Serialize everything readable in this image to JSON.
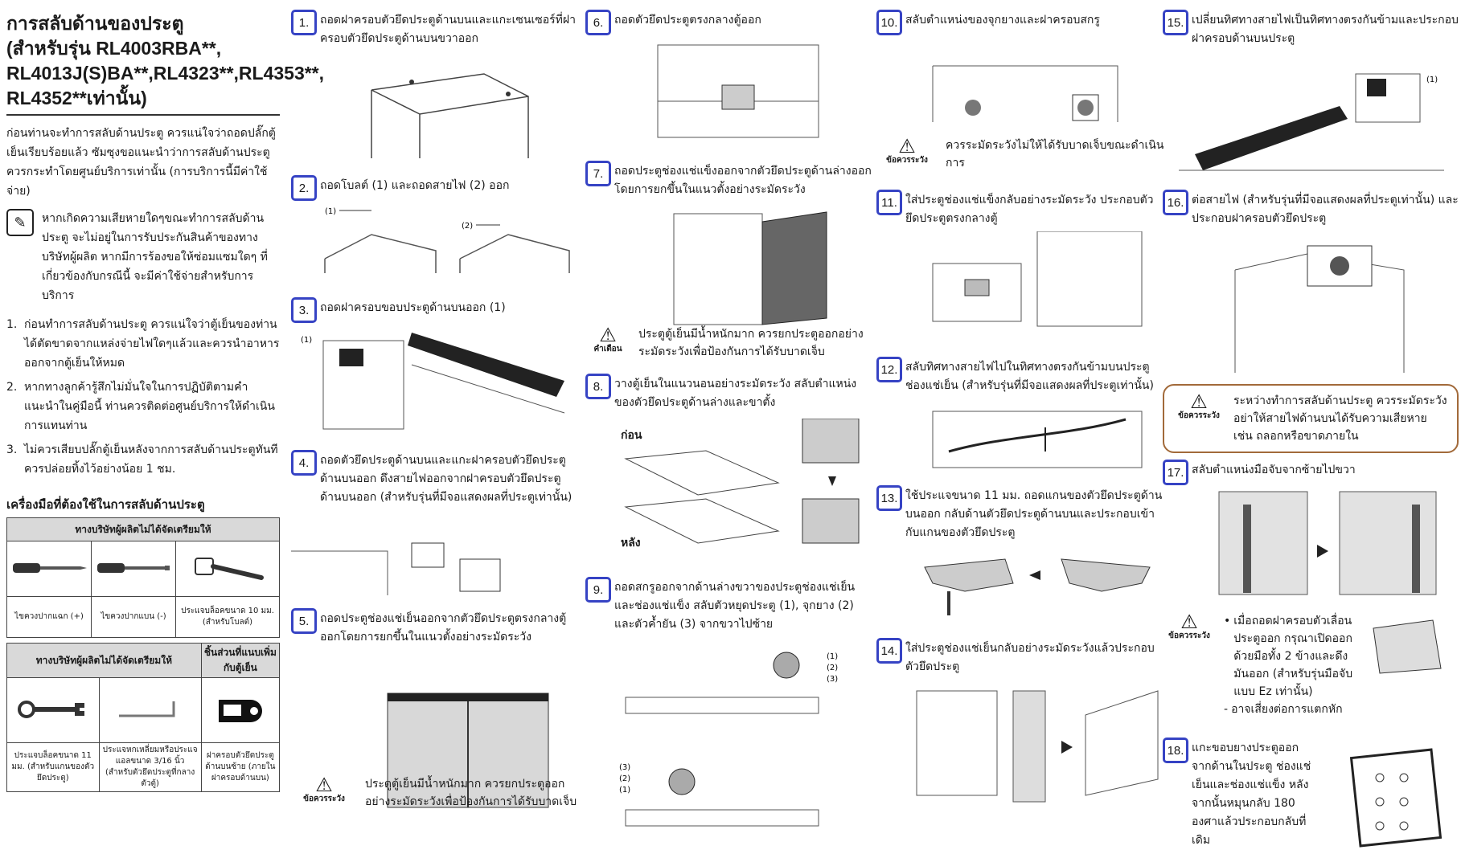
{
  "col1": {
    "title_lines": [
      "การสลับด้านของประตู",
      "(สำหรับรุ่น RL4003RBA**,",
      "RL4013J(S)BA**,RL4323**,RL4353**,",
      "RL4352**เท่านั้น)"
    ],
    "intro": "ก่อนท่านจะทำการสลับด้านประตู ควรแน่ใจว่าถอดปลั๊กตู้เย็นเรียบร้อยแล้ว ซัมซุงขอแนะนำว่าการสลับด้านประตูควรกระทำโดยศูนย์บริการเท่านั้น (การบริการนี้มีค่าใช้จ่าย)",
    "note": "หากเกิดความเสียหายใดๆขณะทำการสลับด้านประตู จะไม่อยู่ในการรับประกันสินค้าของทางบริษัทผู้ผลิต หากมีการร้องขอให้ซ่อมแซมใดๆ ที่เกี่ยวข้องกับกรณีนี้ จะมีค่าใช้จ่ายสำหรับการบริการ",
    "list": [
      {
        "n": "1.",
        "text": "ก่อนทำการสลับด้านประตู ควรแน่ใจว่าตู้เย็นของท่านได้ตัดขาดจากแหล่งจ่ายไฟใดๆแล้วและควรนำอาหารออกจากตู้เย็นให้หมด"
      },
      {
        "n": "2.",
        "text": "หากทางลูกค้ารู้สึกไม่มั่นใจในการปฏิบัติตามคำแนะนำในคู่มือนี้ ท่านควรติดต่อศูนย์บริการให้ดำเนินการแทนท่าน"
      },
      {
        "n": "3.",
        "text": "ไม่ควรเสียบปลั๊กตู้เย็นหลังจากการสลับด้านประตูทันที ควรปล่อยทิ้งไว้อย่างน้อย 1 ชม."
      }
    ],
    "tools_heading": "เครื่องมือที่ต้องใช้ในการสลับด้านประตู",
    "table1_header": "ทางบริษัทผู้ผลิตไม่ได้จัดเตรียมให้",
    "table1_captions": [
      "ไขควงปากแฉก (+)",
      "ไขควงปากแบน (-)",
      "ประแจบล็อคขนาด 10 มม. (สำหรับโบลต์)"
    ],
    "table2_header_left": "ทางบริษัทผู้ผลิตไม่ได้จัดเตรียมให้",
    "table2_header_right": "ชิ้นส่วนที่แนบเพิ่มกับตู้เย็น",
    "table2_captions": [
      "ประแจบล็อคขนาด 11 มม. (สำหรับแกนของตัวยึดประตู)",
      "ประแจหกเหลี่ยมหรือประแจแอลขนาด 3/16 นิ้ว (สำหรับตัวยึดประตูที่กลางตัวตู้)",
      "ฝาครอบตัวยึดประตูด้านบนซ้าย (ภายในฝาครอบด้านบน)"
    ]
  },
  "steps": {
    "s1": {
      "n": "1.",
      "text": "ถอดฝาครอบตัวยึดประตูด้านบนและแกะเซนเซอร์ที่ฝาครอบตัวยึดประตูด้านบนขวาออก"
    },
    "s2": {
      "n": "2.",
      "text": "ถอดโบลต์ (1) และถอดสายไฟ (2) ออก",
      "l1": "(1)",
      "l2": "(2)"
    },
    "s3": {
      "n": "3.",
      "text": "ถอดฝาครอบขอบประตูด้านบนออก (1)",
      "l1": "(1)"
    },
    "s4": {
      "n": "4.",
      "text": "ถอดตัวยึดประตูด้านบนและแกะฝาครอบตัวยึดประตูด้านบนออก ดึงสายไฟออกจากฝาครอบตัวยึดประตูด้านบนออก (สำหรับรุ่นที่มีจอแสดงผลที่ประตูเท่านั้น)"
    },
    "s5": {
      "n": "5.",
      "text": "ถอดประตูช่องแช่เย็นออกจากตัวยึดประตูตรงกลางตู้ออกโดยการยกขึ้นในแนวตั้งอย่างระมัดระวัง"
    },
    "warn5": {
      "label": "ข้อควรระวัง",
      "text": "ประตูตู้เย็นมีน้ำหนักมาก ควรยกประตูออกอย่างระมัดระวังเพื่อป้องกันการได้รับบาดเจ็บ"
    },
    "s6": {
      "n": "6.",
      "text": "ถอดตัวยึดประตูตรงกลางตู้ออก"
    },
    "s7": {
      "n": "7.",
      "text": "ถอดประตูช่องแช่แข็งออกจากตัวยึดประตูด้านล่างออกโดยการยกขึ้นในแนวตั้งอย่างระมัดระวัง"
    },
    "warn7": {
      "label": "คำเตือน",
      "text": "ประตูตู้เย็นมีน้ำหนักมาก ควรยกประตูออกอย่างระมัดระวังเพื่อป้องกันการได้รับบาดเจ็บ"
    },
    "s8": {
      "n": "8.",
      "text": "วางตู้เย็นในแนวนอนอย่างระมัดระวัง สลับตำแหน่งของตัวยึดประตูด้านล่างและขาตั้ง",
      "front": "ก่อน",
      "back": "หลัง"
    },
    "s9": {
      "n": "9.",
      "text": "ถอดสกรูออกจากด้านล่างขวาของประตูช่องแช่เย็นและช่องแช่แข็ง สลับตัวหยุดประตู (1), จุกยาง (2) และตัวค้ำยัน (3) จากขวาไปซ้าย",
      "l1": "(1)",
      "l2": "(2)",
      "l3": "(3)"
    },
    "s10": {
      "n": "10.",
      "text": "สลับตำแหน่งของจุกยางและฝาครอบสกรู"
    },
    "warn10": {
      "label": "ข้อควรระวัง",
      "text": "ควรระมัดระวังไม่ให้ได้รับบาดเจ็บขณะดำเนินการ"
    },
    "s11": {
      "n": "11.",
      "text": "ใส่ประตูช่องแช่แข็งกลับอย่างระมัดระวัง ประกอบตัวยึดประตูตรงกลางตู้"
    },
    "s12": {
      "n": "12.",
      "text": "สลับทิศทางสายไฟไปในทิศทางตรงกันข้ามบนประตูช่องแช่เย็น (สำหรับรุ่นที่มีจอแสดงผลที่ประตูเท่านั้น)"
    },
    "s13": {
      "n": "13.",
      "text": "ใช้ประแจขนาด 11 มม. ถอดแกนของตัวยึดประตูด้านบนออก กลับด้านตัวยึดประตูด้านบนและประกอบเข้ากับแกนของตัวยึดประตู"
    },
    "s14": {
      "n": "14.",
      "text": "ใส่ประตูช่องแช่เย็นกลับอย่างระมัดระวังแล้วประกอบตัวยึดประตู"
    },
    "s15": {
      "n": "15.",
      "text": "เปลี่ยนทิศทางสายไฟเป็นทิศทางตรงกันข้ามและประกอบฝาครอบด้านบนประตู",
      "l1": "(1)"
    },
    "s16": {
      "n": "16.",
      "text": "ต่อสายไฟ (สำหรับรุ่นที่มีจอแสดงผลที่ประตูเท่านั้น) และประกอบฝาครอบตัวยึดประตู"
    },
    "warn16": {
      "label": "ข้อควรระวัง",
      "text": "ระหว่างทำการสลับด้านประตู ควรระมัดระวังอย่าให้สายไฟด้านบนได้รับความเสียหาย เช่น ถลอกหรือขาดภายใน"
    },
    "s17": {
      "n": "17.",
      "text": "สลับตำแหน่งมือจับจากซ้ายไปขวา"
    },
    "warn17": {
      "label": "ข้อควรระวัง",
      "b1": "เมื่อถอดฝาครอบตัวเลื่อนประตูออก กรุณาเปิดออกด้วยมือทั้ง 2 ข้างและดึงมันออก (สำหรับรุ่นมือจับแบบ Ez เท่านั้น)",
      "b2": "อาจเสี่ยงต่อการแตกหัก",
      "mark1": "•",
      "mark2": "-"
    },
    "s18": {
      "n": "18.",
      "text": "แกะขอบยางประตูออกจากด้านในประตู ช่องแช่เย็นและช่องแช่แข็ง หลังจากนั้นหมุนกลับ 180 องศาแล้วประกอบกลับที่เดิม"
    }
  },
  "colors": {
    "step_border": "#3643c4",
    "warn_box": "#a26a3a",
    "table_header": "#d9d9d9"
  },
  "icons": [
    "note-icon",
    "warning-icon",
    "screwdriver-icon",
    "wrench-icon",
    "hex-key-icon",
    "hinge-cover-icon"
  ]
}
